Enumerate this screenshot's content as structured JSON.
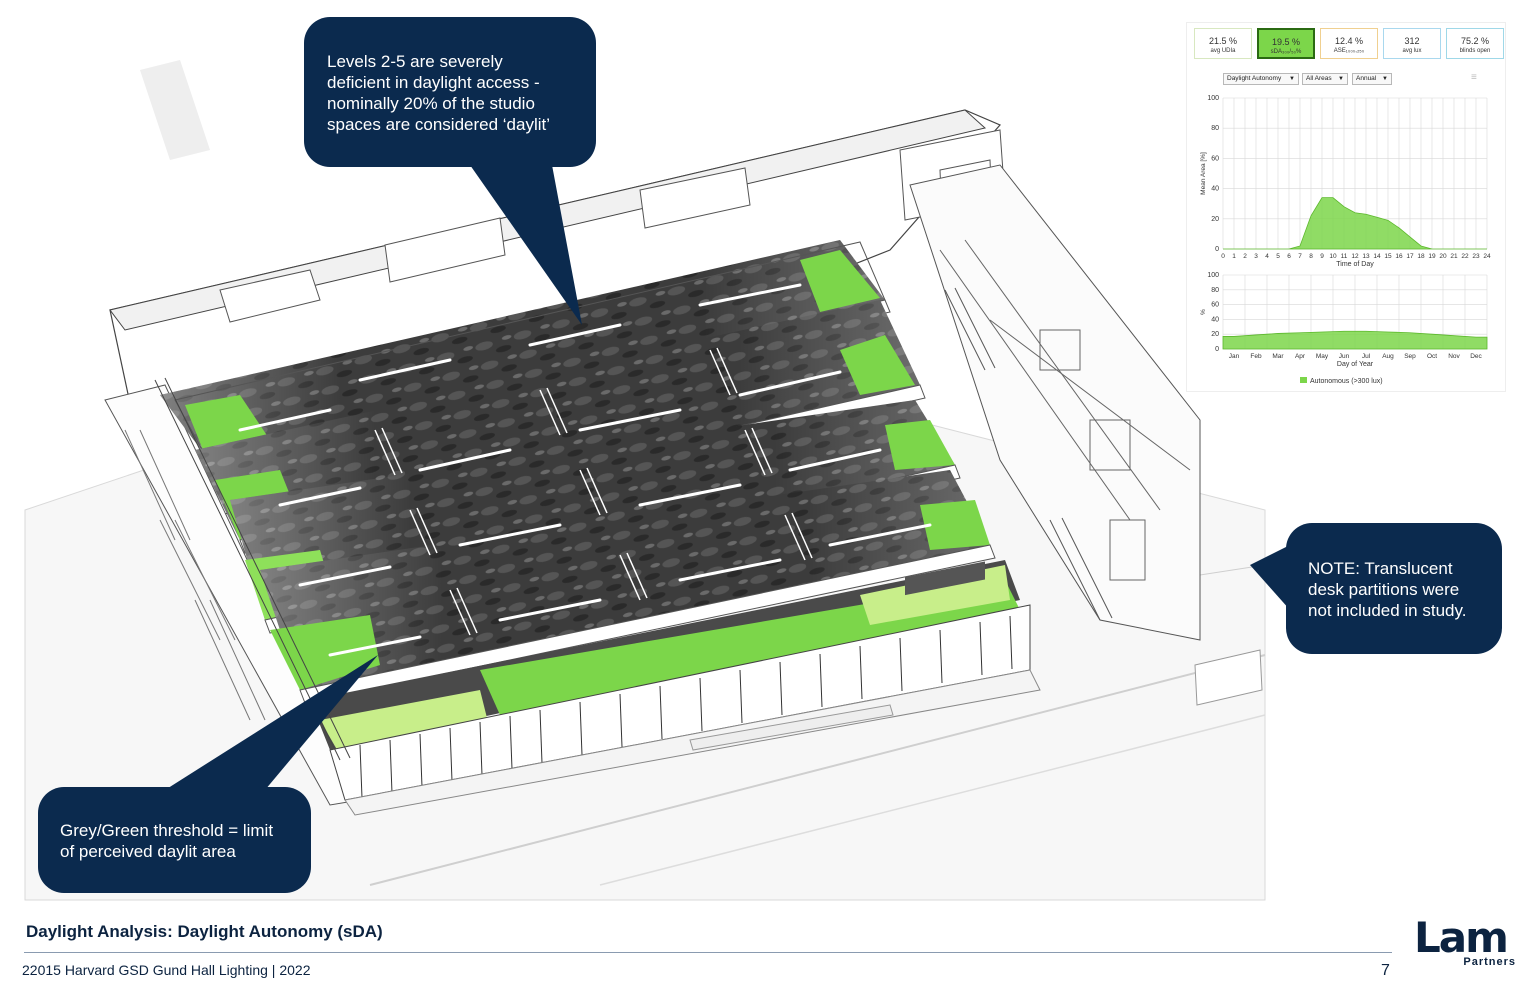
{
  "callouts": {
    "top": [
      "Levels 2-5 are severely",
      "deficient in daylight access -",
      "nominally 20% of the studio",
      "spaces are considered ‘daylit’"
    ],
    "note": [
      "NOTE: Translucent",
      "desk partitions were",
      "not included in study."
    ],
    "threshold": [
      "Grey/Green threshold = limit",
      "of perceived daylit area"
    ]
  },
  "dashboard": {
    "metrics": [
      {
        "value": "21.5 %",
        "label": "avg UDIa"
      },
      {
        "value": "19.5 %",
        "label": "sDA₃₀₀/₅₀%"
      },
      {
        "value": "12.4 %",
        "label": "ASE₁₀₀₀,₂₅₀"
      },
      {
        "value": "312",
        "label": "avg lux"
      },
      {
        "value": "75.2 %",
        "label": "blinds open"
      }
    ],
    "selected_metric": "sDA",
    "dropdowns": [
      "Daylight Autonomy",
      "All Areas",
      "Annual"
    ],
    "dropdown_arrow": "▼",
    "menu_icon": "≡",
    "legend": "Autonomous (>300 lux)",
    "accent_color": "#7cd64a"
  },
  "chart_data": [
    {
      "type": "area",
      "ylabel": "Mean Area [%]",
      "xlabel": "Time of Day",
      "x": [
        0,
        1,
        2,
        3,
        4,
        5,
        6,
        7,
        8,
        9,
        10,
        11,
        12,
        13,
        14,
        15,
        16,
        17,
        18,
        19,
        20,
        21,
        22,
        23,
        24
      ],
      "x_ticks": [
        "0",
        "1",
        "2",
        "3",
        "4",
        "5",
        "6",
        "7",
        "8",
        "9",
        "10",
        "11",
        "12",
        "13",
        "14",
        "15",
        "16",
        "17",
        "18",
        "19",
        "20",
        "21",
        "22",
        "23",
        "24"
      ],
      "y_ticks": [
        "0",
        "20",
        "40",
        "60",
        "80",
        "100"
      ],
      "ylim": [
        0,
        100
      ],
      "series": [
        {
          "values": [
            0,
            0,
            0,
            0,
            0,
            0,
            0,
            2,
            22,
            34,
            34,
            28,
            24,
            23,
            21,
            19,
            14,
            8,
            2,
            0,
            0,
            0,
            0,
            0,
            0
          ]
        }
      ],
      "color": "#7cd64a",
      "grid": true
    },
    {
      "type": "area",
      "ylabel": "%",
      "xlabel": "Day of Year",
      "categories": [
        "Jan",
        "Feb",
        "Mar",
        "Apr",
        "May",
        "Jun",
        "Jul",
        "Aug",
        "Sep",
        "Oct",
        "Nov",
        "Dec"
      ],
      "y_ticks": [
        "0",
        "20",
        "40",
        "60",
        "80",
        "100"
      ],
      "ylim": [
        0,
        100
      ],
      "series": [
        {
          "name": "Autonomous (>300 lux)",
          "values": [
            17,
            19,
            21,
            22,
            23,
            24,
            24,
            23,
            22,
            20,
            18,
            16
          ]
        }
      ],
      "color": "#7cd64a",
      "grid": true
    }
  ],
  "footer": {
    "title": "Daylight Analysis: Daylight Autonomy (sDA)",
    "subtitle": "22015 Harvard GSD Gund Hall Lighting  |  2022",
    "page_number": "7",
    "logo_main": "Lam",
    "logo_sub": "Partners"
  },
  "colors": {
    "navy": "#0b2a4e",
    "daylit_green": "#7cd64a",
    "light_green": "#c8ee8a",
    "dark_floor": "#3a3a3a"
  }
}
